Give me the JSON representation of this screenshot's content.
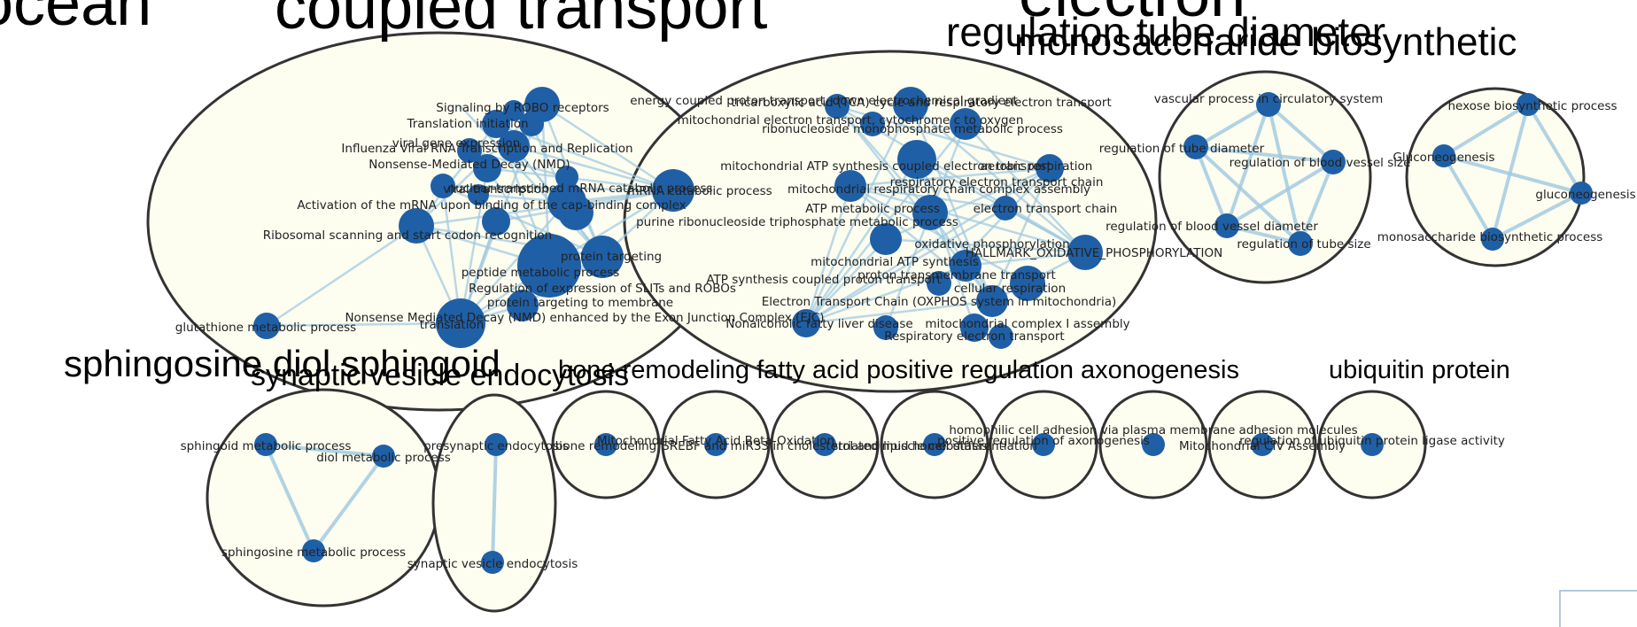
{
  "colors": {
    "node": "#1f5fa6",
    "edge": "#9fc9e0",
    "cluster_fill": "#fdfdf0",
    "cluster_stroke": "#333333"
  },
  "cluster_titles": {
    "c1a": "ocean",
    "c1b": "coupled transport",
    "c1c": "electron",
    "c2a": "regulation tube diameter",
    "c2b": "monosaccharide biosynthetic",
    "c3a": "sphingosine diol sphingoid",
    "c3b": "synaptic vesicle endocytosis",
    "c3c": "bone remodeling fatty acid positive regulation axonogenesis",
    "c3d": "ubiquitin protein"
  },
  "labels": {
    "n1": "Signaling by ROBO receptors",
    "n2": "Translation initiation",
    "n3": "viral gene expression",
    "n4": "Influenza Viral RNA Transcription and Replication",
    "n5": "Nonsense-Mediated Decay (NMD)",
    "n6": "viral transcription",
    "n7": "nuclear-transcribed mRNA catabolic process",
    "n8": "mRNA catabolic process",
    "n9": "Activation of the mRNA upon binding of the cap-binding complex",
    "n10": "Ribosomal scanning and start codon recognition",
    "n11": "peptide metabolic process",
    "n12": "protein targeting",
    "n13": "protein targeting to membrane",
    "n14": "translation",
    "n15": "Regulation of expression of SLITs and ROBOs",
    "n16": "Nonsense Mediated Decay (NMD) enhanced by the Exon Junction Complex (EJC)",
    "n17": "glutathione metabolic process",
    "n18": "energy coupled proton transport, down electrochemical gradient",
    "n19": "tricarboxylic acid (TCA) cycle and respiratory electron transport",
    "n20": "mitochondrial electron transport, cytochrome c to oxygen",
    "n21": "ribonucleoside monophosphate metabolic process",
    "n22": "mitochondrial ATP synthesis coupled electron transport",
    "n23": "mitochondrial respiratory chain complex assembly",
    "n24": "aerobic respiration",
    "n25": "respiratory electron transport chain",
    "n26": "electron transport chain",
    "n27": "purine ribonucleoside triphosphate metabolic process",
    "n28": "ATP metabolic process",
    "n29": "ATP synthesis coupled proton transport",
    "n30": "proton transmembrane transport",
    "n31": "oxidative phosphorylation",
    "n32": "HALLMARK_OXIDATIVE_PHOSPHORYLATION",
    "n33": "mitochondrial ATP synthesis",
    "n34": "cellular respiration",
    "n35": "Nonalcoholic fatty liver disease",
    "n36": "Electron Transport Chain (OXPHOS system in mitochondria)",
    "n37": "mitochondrial complex I assembly",
    "n38": "Respiratory electron transport",
    "n39": "vascular process in circulatory system",
    "n40": "regulation of tube diameter",
    "n41": "regulation of blood vessel size",
    "n42": "regulation of blood vessel diameter",
    "n43": "regulation of tube size",
    "n44": "hexose biosynthetic process",
    "n45": "Gluconeogenesis",
    "n46": "gluconeogenesis",
    "n47": "monosaccharide biosynthetic process",
    "n48": "sphingoid metabolic process",
    "n49": "diol metabolic process",
    "n50": "sphingosine metabolic process",
    "n51": "presynaptic endocytosis",
    "n52": "synaptic vesicle endocytosis",
    "n53": "bone remodeling",
    "n54": "Mitochondrial Fatty Acid Beta-Oxidation",
    "n55": "SREBF and miR33 in cholesterol and lipid homeostasis",
    "n56": "striated muscle cell differentiation",
    "n57": "positive regulation of axonogenesis",
    "n58": "homophilic cell adhesion via plasma membrane adhesion molecules",
    "n59": "Mitochondrial CIV Assembly",
    "n60": "regulation of ubiquitin protein ligase activity"
  }
}
